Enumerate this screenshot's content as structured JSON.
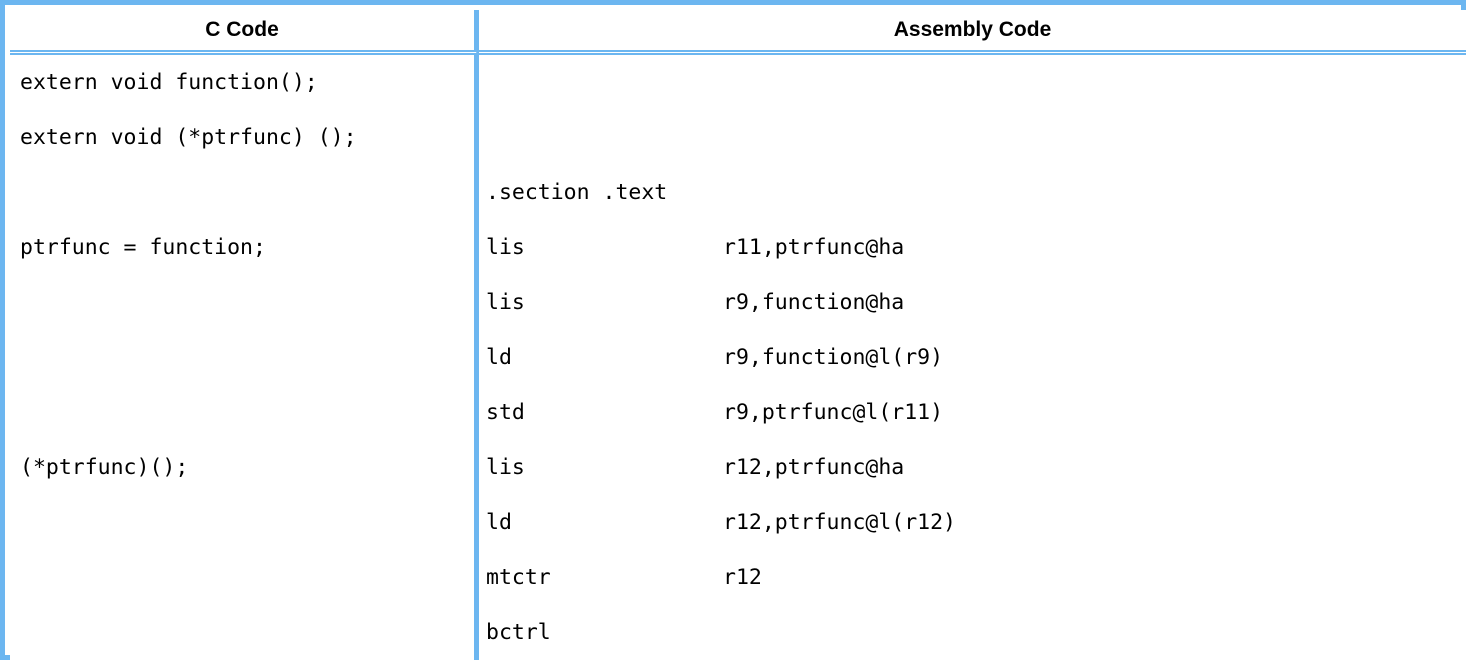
{
  "table": {
    "headers": {
      "c_code": "C Code",
      "assembly_code": "Assembly Code"
    },
    "colors": {
      "border": "#6CB6F0",
      "text": "#000000",
      "background": "#FFFFFF"
    },
    "c_code_lines": [
      {
        "row": 0,
        "text": "extern void function();"
      },
      {
        "row": 1,
        "text": "extern void (*ptrfunc) ();"
      },
      {
        "row": 3,
        "text": "ptrfunc = function;"
      },
      {
        "row": 7,
        "text": "(*ptrfunc)();"
      }
    ],
    "assembly_lines": [
      {
        "row": 2,
        "mnemonic": ".section .text",
        "operand": ""
      },
      {
        "row": 3,
        "mnemonic": "lis",
        "operand": "r11,ptrfunc@ha"
      },
      {
        "row": 4,
        "mnemonic": "lis",
        "operand": "r9,function@ha"
      },
      {
        "row": 5,
        "mnemonic": "ld",
        "operand": "r9,function@l(r9)"
      },
      {
        "row": 6,
        "mnemonic": "std",
        "operand": "r9,ptrfunc@l(r11)"
      },
      {
        "row": 7,
        "mnemonic": "lis",
        "operand": "r12,ptrfunc@ha"
      },
      {
        "row": 8,
        "mnemonic": "ld",
        "operand": "r12,ptrfunc@l(r12)"
      },
      {
        "row": 9,
        "mnemonic": "mtctr",
        "operand": "r12"
      },
      {
        "row": 10,
        "mnemonic": "bctrl",
        "operand": ""
      }
    ]
  }
}
